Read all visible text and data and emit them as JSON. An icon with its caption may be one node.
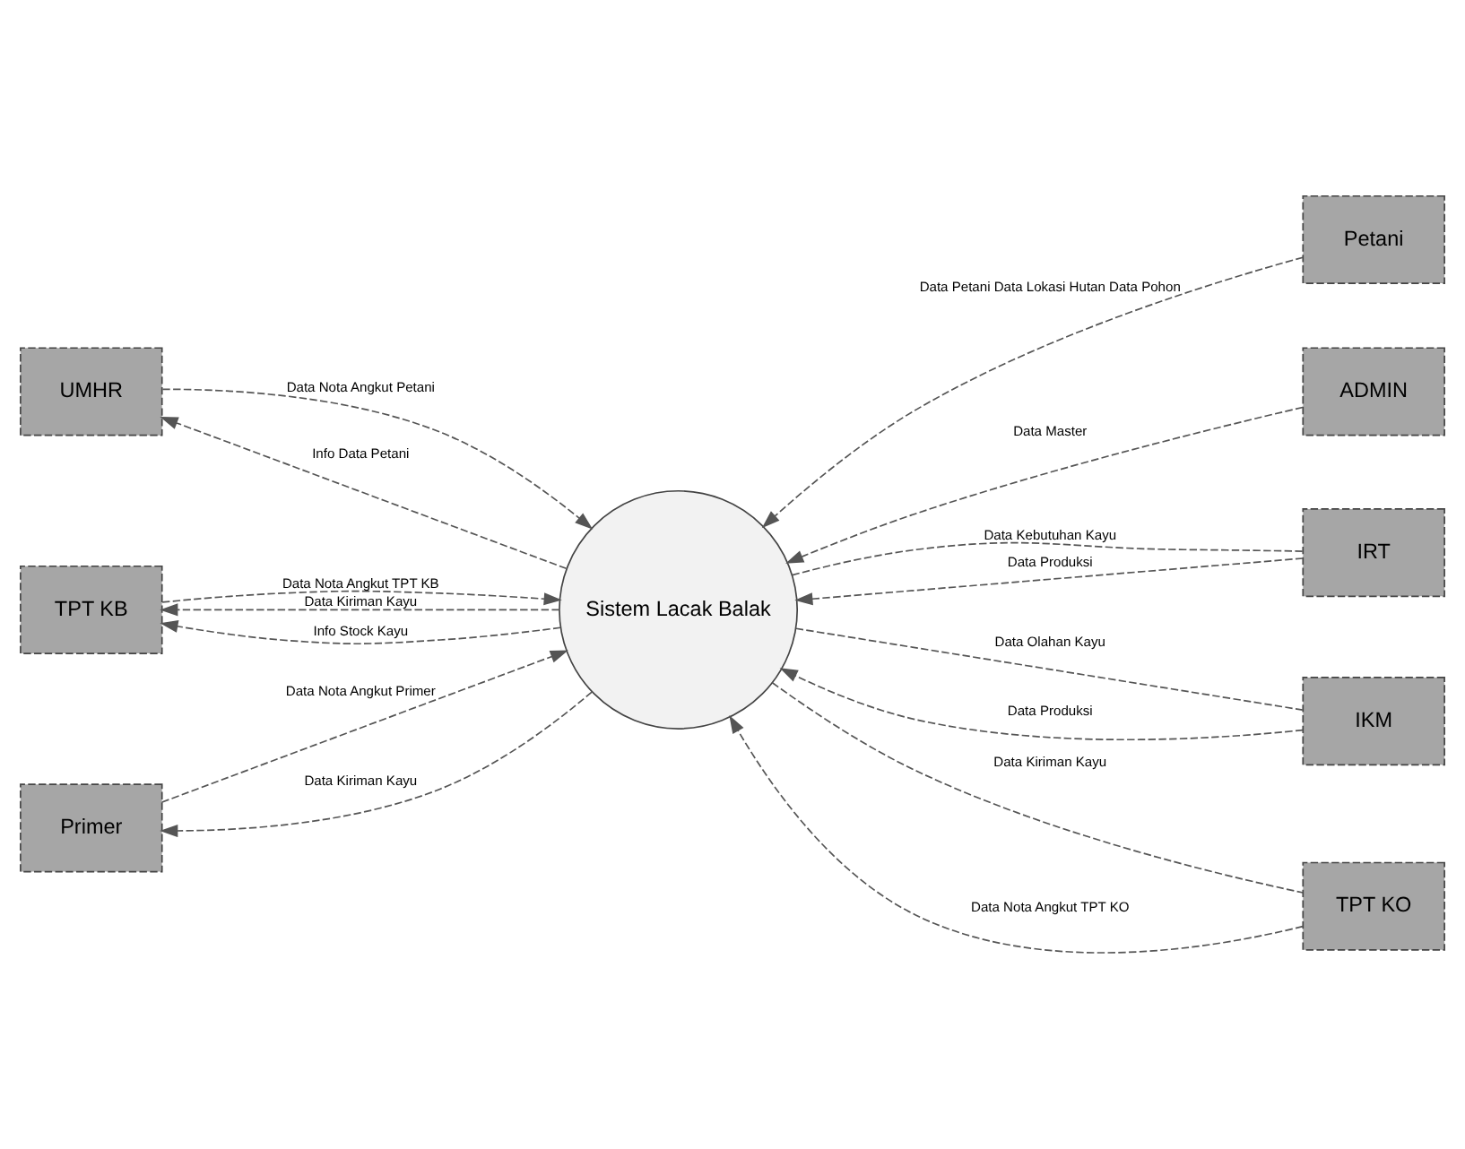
{
  "diagram": {
    "nodes": [
      {
        "text": [
          "Petani"
        ]
      },
      {
        "text": [
          "ADMIN"
        ]
      },
      {
        "text": [
          "UMHR"
        ]
      },
      {
        "text": [
          "IRT"
        ]
      },
      {
        "text": [
          "TPT KB"
        ]
      },
      {
        "text": [
          "Sistem Lacak Balak"
        ]
      },
      {
        "text": [
          "IKM"
        ]
      },
      {
        "text": [
          "Primer"
        ]
      },
      {
        "text": [
          "TPT KO"
        ]
      }
    ],
    "edges": [
      {
        "from": 5,
        "to": 2,
        "arrow": "to",
        "label": "Info Data Petani",
        "style": "dashed"
      },
      {
        "from": 0,
        "to": 5,
        "arrow": "to",
        "label": "Data Petani Data Lokasi Hutan Data Pohon",
        "style": "dashed"
      },
      {
        "from": 1,
        "to": 5,
        "arrow": "to",
        "label": "Data Master",
        "style": "dashed"
      },
      {
        "from": 2,
        "to": 5,
        "arrow": "to",
        "label": "Data Nota Angkut Petani",
        "style": "dashed"
      },
      {
        "from": 3,
        "to": 5,
        "arrow": "to",
        "label": "Data Produksi",
        "style": "dashed"
      },
      {
        "from": 5,
        "to": 3,
        "arrow": "none",
        "label": "Data Kebutuhan Kayu",
        "style": "dashed"
      },
      {
        "from": 5,
        "to": 4,
        "arrow": "to",
        "label": "Data Kiriman Kayu",
        "style": "dashed"
      },
      {
        "from": 5,
        "to": 4,
        "arrow": "to",
        "label": "Info Stock Kayu",
        "style": "dashed"
      },
      {
        "from": 4,
        "to": 5,
        "arrow": "to",
        "label": "Data Nota Angkut TPT KB",
        "style": "dashed"
      },
      {
        "from": 5,
        "to": 6,
        "arrow": "none",
        "label": "Data Olahan Kayu",
        "style": "dashed"
      },
      {
        "from": 6,
        "to": 5,
        "arrow": "to",
        "label": "Data Produksi",
        "style": "dashed"
      },
      {
        "from": 7,
        "to": 5,
        "arrow": "to",
        "label": "Data Nota Angkut Primer",
        "style": "dashed"
      },
      {
        "from": 5,
        "to": 7,
        "arrow": "to",
        "label": "Data Kiriman Kayu",
        "style": "dashed"
      },
      {
        "from": 8,
        "to": 5,
        "arrow": "to",
        "label": "Data Nota Angkut TPT KO",
        "style": "dashed"
      },
      {
        "from": 5,
        "to": 8,
        "arrow": "none",
        "label": "Data Kiriman Kayu",
        "style": "dashed"
      }
    ]
  }
}
